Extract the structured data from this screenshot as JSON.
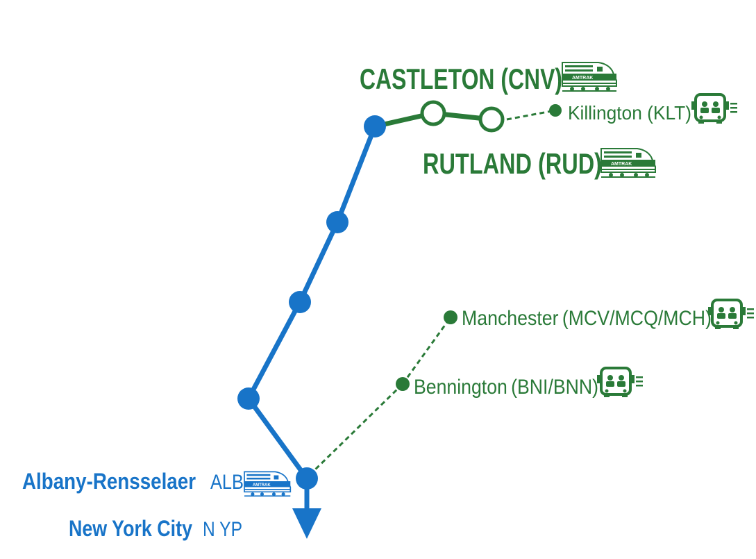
{
  "colors": {
    "blue": "#1874c8",
    "green": "#2a7a38",
    "lightgreen": "#cfe8d2",
    "background": "#ffffff"
  },
  "stations": {
    "castleton": {
      "name": "CASTLETON (CNV)",
      "icon": "amtrak-train-icon",
      "brand": "AMTRAK"
    },
    "rutland": {
      "name": "RUTLAND (RUD)",
      "icon": "amtrak-train-icon",
      "brand": "AMTRAK"
    },
    "albany": {
      "name": "Albany-Rensselaer",
      "code": "ALB",
      "icon": "amtrak-train-icon",
      "brand": "AMTRAK"
    },
    "nyc": {
      "name": "New York City",
      "code": "N YP"
    }
  },
  "bus_connections": {
    "killington": {
      "name": "Killington (KLT)",
      "icon": "bus-icon"
    },
    "manchester": {
      "name": "Manchester",
      "codes": "(MCV/MCQ/MCH)",
      "icon": "bus-icon"
    },
    "bennington": {
      "name": "Bennington",
      "codes": "(BNI/BNN)",
      "icon": "bus-icon"
    }
  }
}
